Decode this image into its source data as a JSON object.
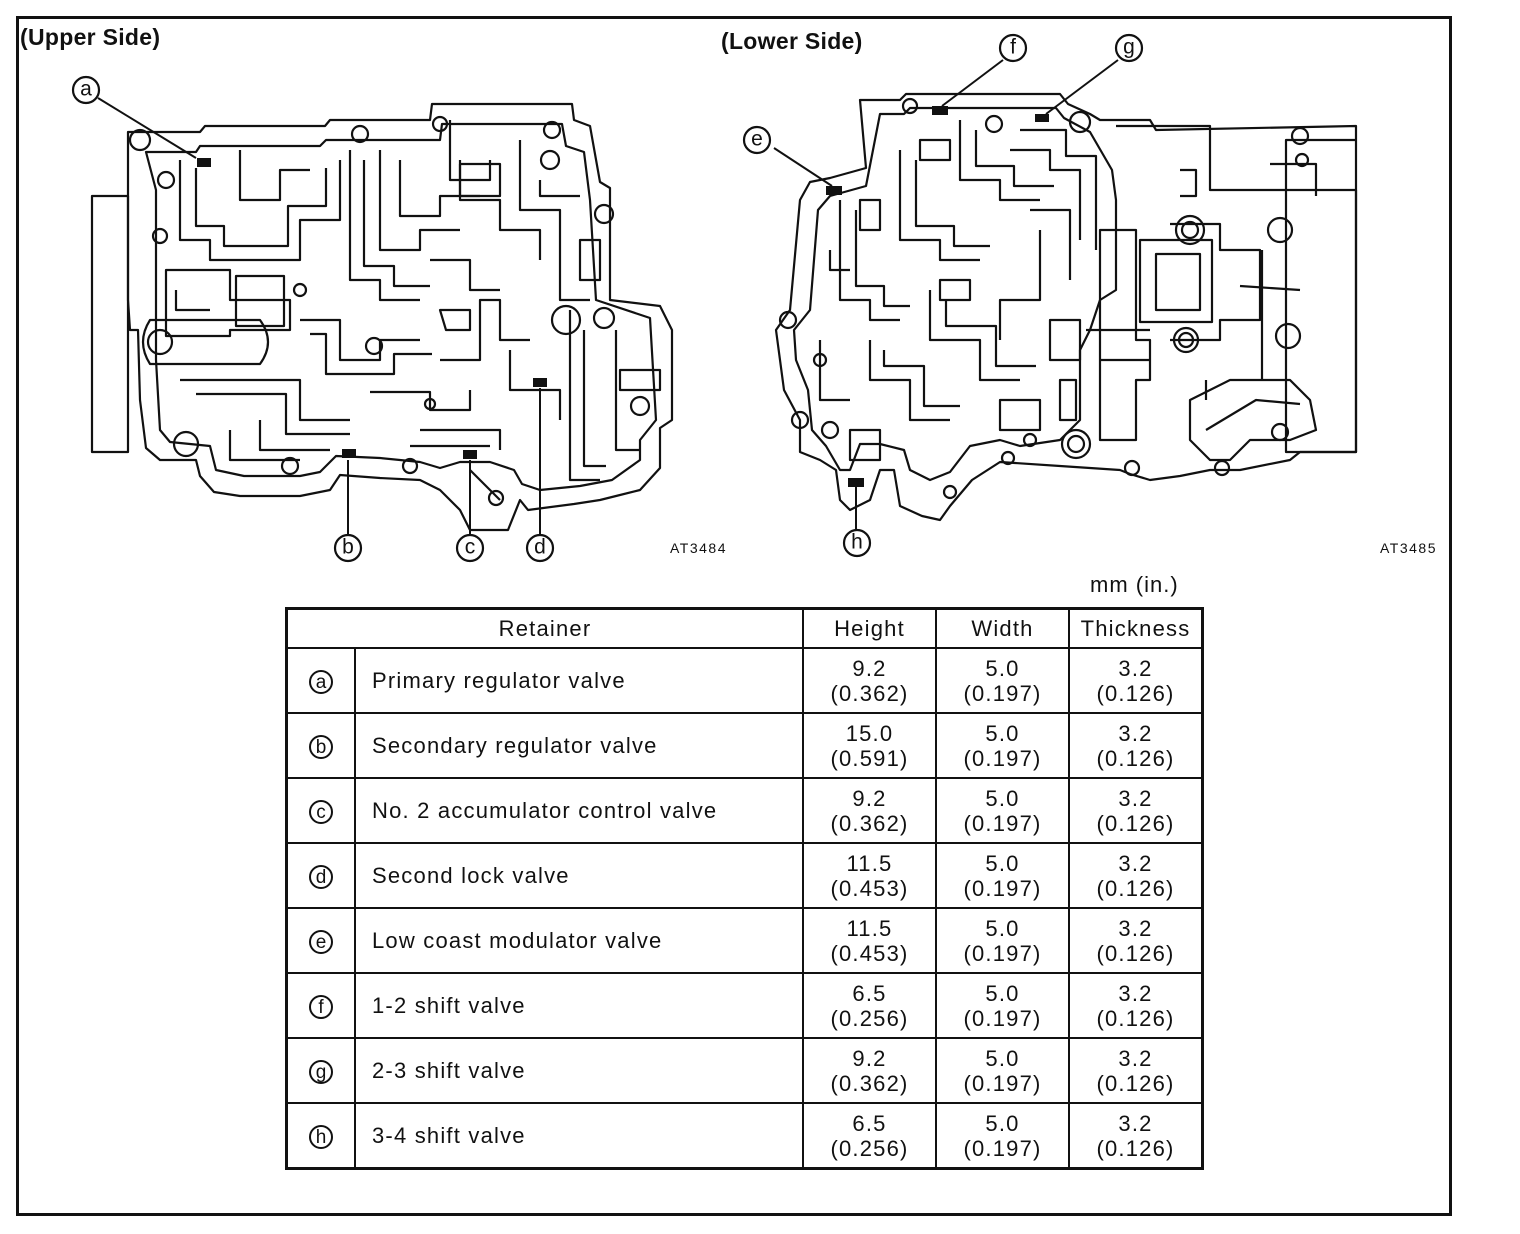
{
  "labels": {
    "upper_side": "(Upper Side)",
    "lower_side": "(Lower Side)",
    "upper_code": "AT3484",
    "lower_code": "AT3485",
    "units": "mm (in.)"
  },
  "callouts": {
    "a": "a",
    "b": "b",
    "c": "c",
    "d": "d",
    "e": "e",
    "f": "f",
    "g": "g",
    "h": "h"
  },
  "table": {
    "headers": {
      "retainer": "Retainer",
      "height": "Height",
      "width": "Width",
      "thickness": "Thickness"
    },
    "rows": [
      {
        "key": "a",
        "name": "Primary regulator valve",
        "height_mm": "9.2",
        "height_in": "(0.362)",
        "width_mm": "5.0",
        "width_in": "(0.197)",
        "thick_mm": "3.2",
        "thick_in": "(0.126)"
      },
      {
        "key": "b",
        "name": "Secondary regulator valve",
        "height_mm": "15.0",
        "height_in": "(0.591)",
        "width_mm": "5.0",
        "width_in": "(0.197)",
        "thick_mm": "3.2",
        "thick_in": "(0.126)"
      },
      {
        "key": "c",
        "name": "No. 2 accumulator control valve",
        "height_mm": "9.2",
        "height_in": "(0.362)",
        "width_mm": "5.0",
        "width_in": "(0.197)",
        "thick_mm": "3.2",
        "thick_in": "(0.126)"
      },
      {
        "key": "d",
        "name": "Second lock valve",
        "height_mm": "11.5",
        "height_in": "(0.453)",
        "width_mm": "5.0",
        "width_in": "(0.197)",
        "thick_mm": "3.2",
        "thick_in": "(0.126)"
      },
      {
        "key": "e",
        "name": "Low coast modulator valve",
        "height_mm": "11.5",
        "height_in": "(0.453)",
        "width_mm": "5.0",
        "width_in": "(0.197)",
        "thick_mm": "3.2",
        "thick_in": "(0.126)"
      },
      {
        "key": "f",
        "name": "1-2 shift valve",
        "height_mm": "6.5",
        "height_in": "(0.256)",
        "width_mm": "5.0",
        "width_in": "(0.197)",
        "thick_mm": "3.2",
        "thick_in": "(0.126)"
      },
      {
        "key": "g",
        "name": "2-3 shift valve",
        "height_mm": "9.2",
        "height_in": "(0.362)",
        "width_mm": "5.0",
        "width_in": "(0.197)",
        "thick_mm": "3.2",
        "thick_in": "(0.126)"
      },
      {
        "key": "h",
        "name": "3-4 shift valve",
        "height_mm": "6.5",
        "height_in": "(0.256)",
        "width_mm": "5.0",
        "width_in": "(0.197)",
        "thick_mm": "3.2",
        "thick_in": "(0.126)"
      }
    ]
  }
}
